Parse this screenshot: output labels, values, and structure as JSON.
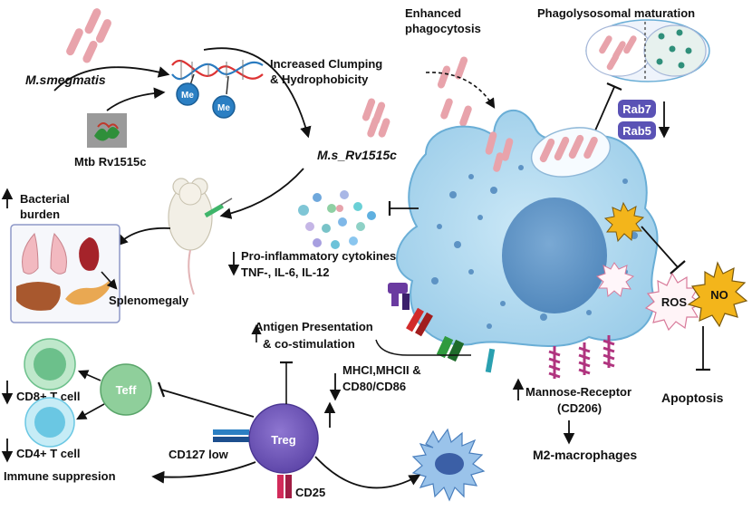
{
  "labels": {
    "m_smegmatis": "M.smegmatis",
    "mtb_rv1515c": "Mtb Rv1515c",
    "me": "Me",
    "clumping_line1": "Increased Clumping",
    "clumping_line2": "& Hydrophobicity",
    "ms_rv1515c": "M.s_Rv1515c",
    "enhanced_line1": "Enhanced",
    "enhanced_line2": "phagocytosis",
    "phagolysosomal": "Phagolysosomal maturation",
    "rab7": "Rab7",
    "rab5": "Rab5",
    "bacterial_line1": "Bacterial",
    "bacterial_line2": "burden",
    "splenomegaly": "Splenomegaly",
    "cytokines_line1": "Pro-inflammatory cytokines",
    "cytokines_line2": "TNF-, IL-6, IL-12",
    "ros": "ROS",
    "no": "NO",
    "apoptosis": "Apoptosis",
    "antigen_line1": "Antigen Presentation",
    "antigen_line2": "& co-stimulation",
    "mhc_line1": "MHCI,MHCII &",
    "mhc_line2": "CD80/CD86",
    "mannose_line1": "Mannose-Receptor",
    "mannose_line2": "(CD206)",
    "m2": "M2-macrophages",
    "cd8": "CD8+ T cell",
    "cd4": "CD4+ T cell",
    "teff": "Teff",
    "treg": "Treg",
    "cd127": "CD127 low",
    "cd25": "CD25",
    "immune": "Immune suppresion"
  },
  "colors": {
    "bacteria": "#e8a3ab",
    "macrophage": "#a9d6ef",
    "macrophage_edge": "#6aaed6",
    "nucleus": "#5d93c4",
    "treg": "#7a5fbf",
    "teff": "#8fcf9b",
    "cd8": "#6cc08b",
    "cd4": "#6ac7e3",
    "rab": "#5a52b5",
    "ros_no_yellow": "#f3b51b",
    "receptor_magenta": "#b0347f"
  }
}
